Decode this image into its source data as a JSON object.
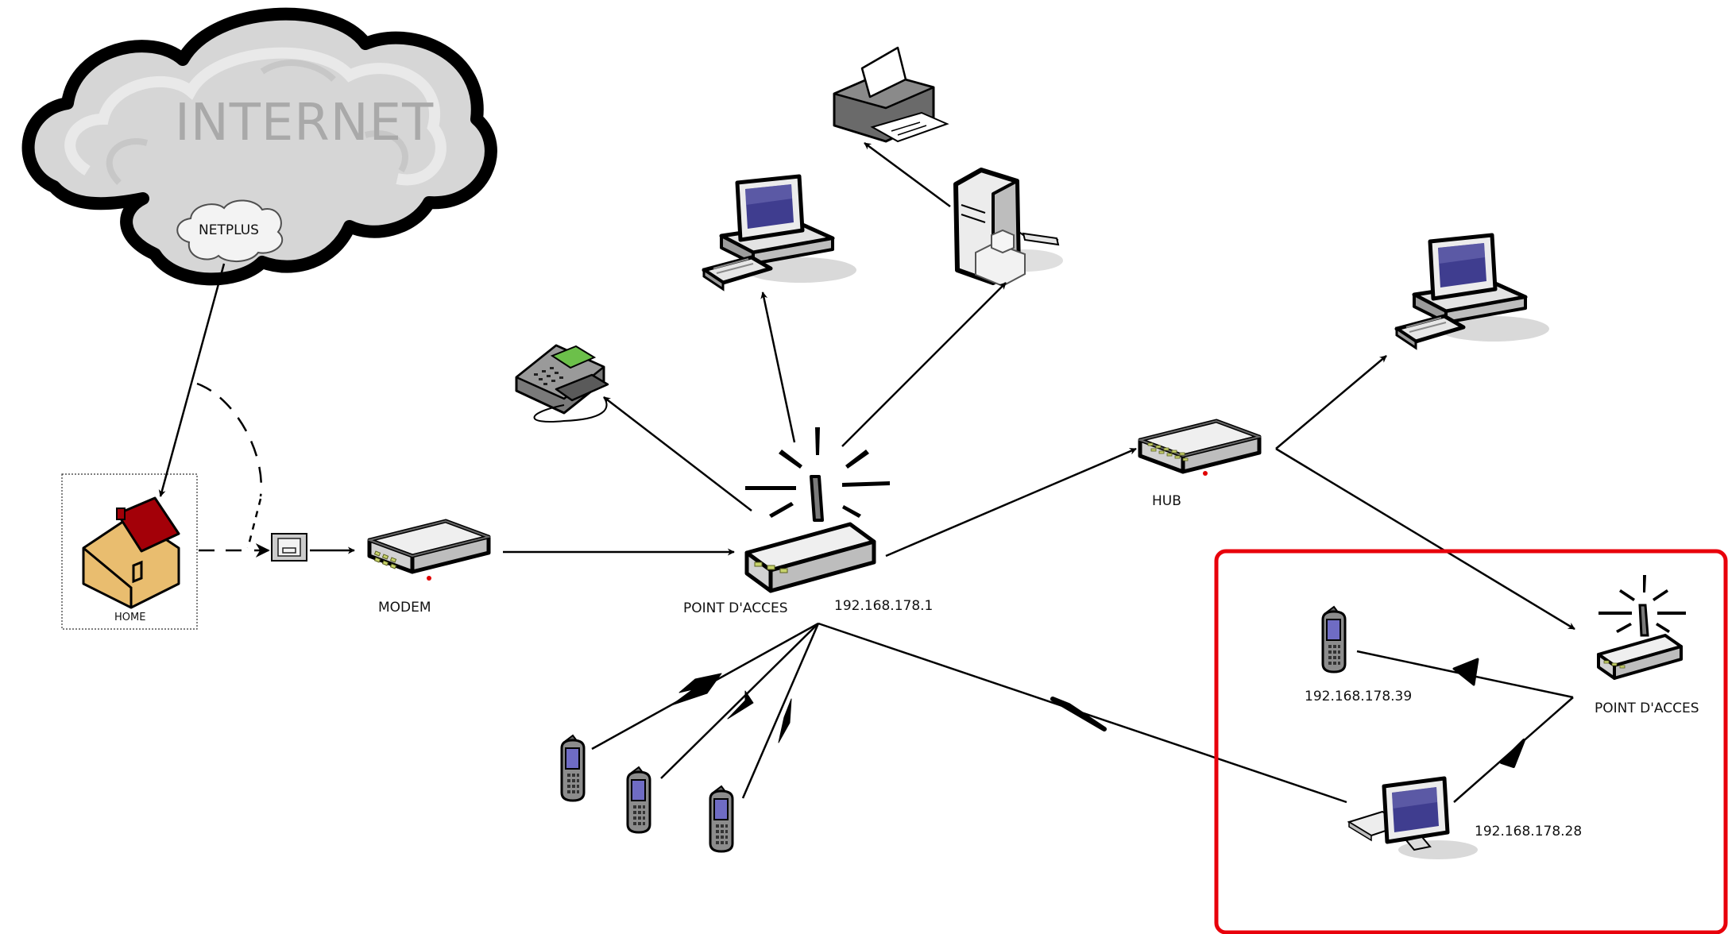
{
  "labels": {
    "internet": "INTERNET",
    "netplus": "NETPLUS",
    "home": "HOME",
    "modem": "MODEM",
    "access_point_main": "POINT D'ACCES",
    "access_point_main_ip": "192.168.178.1",
    "hub": "HUB",
    "access_point_remote": "POINT D'ACCES",
    "phone_remote_ip": "192.168.178.39",
    "laptop_remote_ip": "192.168.178.28"
  },
  "colors": {
    "highlight_box": "#e8000b",
    "cloud_fill": "#cfcfcf",
    "cloud_stroke": "#000000",
    "house_wall": "#e9bd6f",
    "house_roof": "#a30008",
    "screen": "#3f3d8f",
    "device_body": "#e7e7e7",
    "led": "#c7d36b"
  },
  "icons": {
    "cloud": "internet-cloud-icon",
    "house": "home-icon",
    "socket": "wall-socket-icon",
    "modem": "modem-icon",
    "router": "wireless-router-icon",
    "hub": "hub-icon",
    "desktop": "desktop-computer-icon",
    "server": "server-icon",
    "printer": "printer-icon",
    "phone": "desk-phone-icon",
    "mobile": "mobile-phone-icon",
    "laptop": "laptop-icon"
  }
}
